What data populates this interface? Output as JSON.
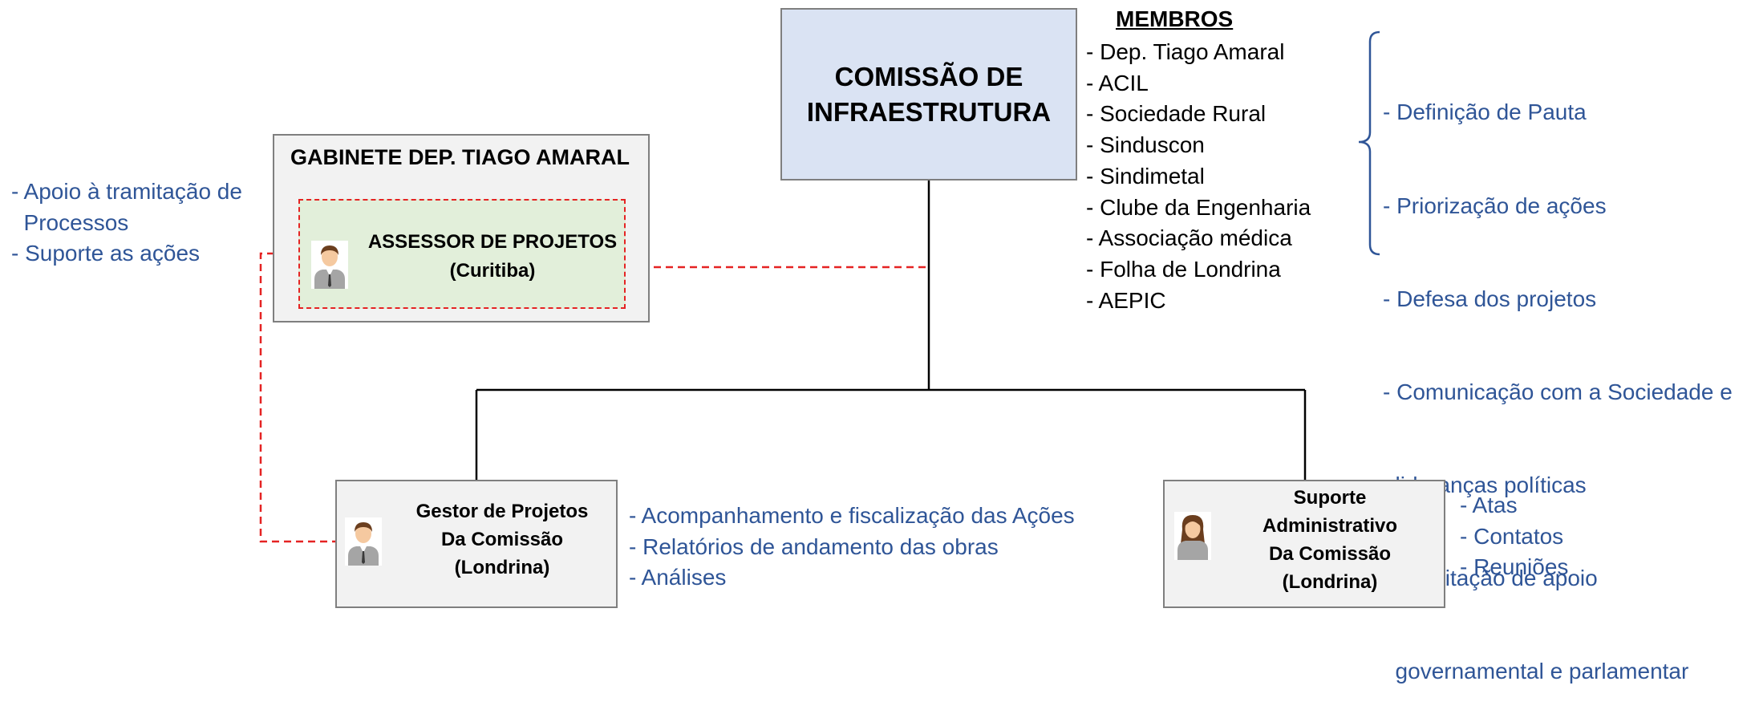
{
  "main_box": {
    "line1": "COMISSÃO DE",
    "line2": "INFRAESTRUTURA"
  },
  "membros": {
    "title": "MEMBROS",
    "items": [
      "- Dep. Tiago Amaral",
      "- ACIL",
      "- Sociedade Rural",
      "- Sinduscon",
      "- Sindimetal",
      "- Clube da Engenharia",
      "- Associação médica",
      "- Folha de Londrina",
      "- AEPIC"
    ]
  },
  "responsabilidades": [
    "- Definição de Pauta",
    "- Priorização de ações",
    "- Defesa dos projetos",
    "- Comunicação com a Sociedade e",
    "  lideranças políticas",
    "- Solicitação de apoio",
    "  governamental e parlamentar"
  ],
  "gabinete": {
    "title": "GABINETE DEP. TIAGO AMARAL",
    "assessor_line1": "ASSESSOR DE PROJETOS",
    "assessor_line2": "(Curitiba)"
  },
  "assessor_tasks": [
    "- Apoio à tramitação de",
    "  Processos",
    "- Suporte as ações"
  ],
  "gestor": {
    "line1": "Gestor de Projetos",
    "line2": "Da Comissão",
    "line3": "(Londrina)",
    "tasks": [
      "- Acompanhamento e fiscalização das Ações",
      "- Relatórios de andamento das obras",
      "- Análises"
    ]
  },
  "suporte": {
    "line1": "Suporte",
    "line2": "Administrativo",
    "line3": "Da Comissão",
    "line4": "(Londrina)",
    "tasks": [
      "- Atas",
      "- Contatos",
      "- Reuniões"
    ]
  },
  "colors": {
    "blue_text": "#2f5597",
    "dashed_red": "#e52323",
    "main_fill": "#dae3f3",
    "assessor_fill": "#e2efda",
    "box_fill": "#f2f2f2"
  }
}
